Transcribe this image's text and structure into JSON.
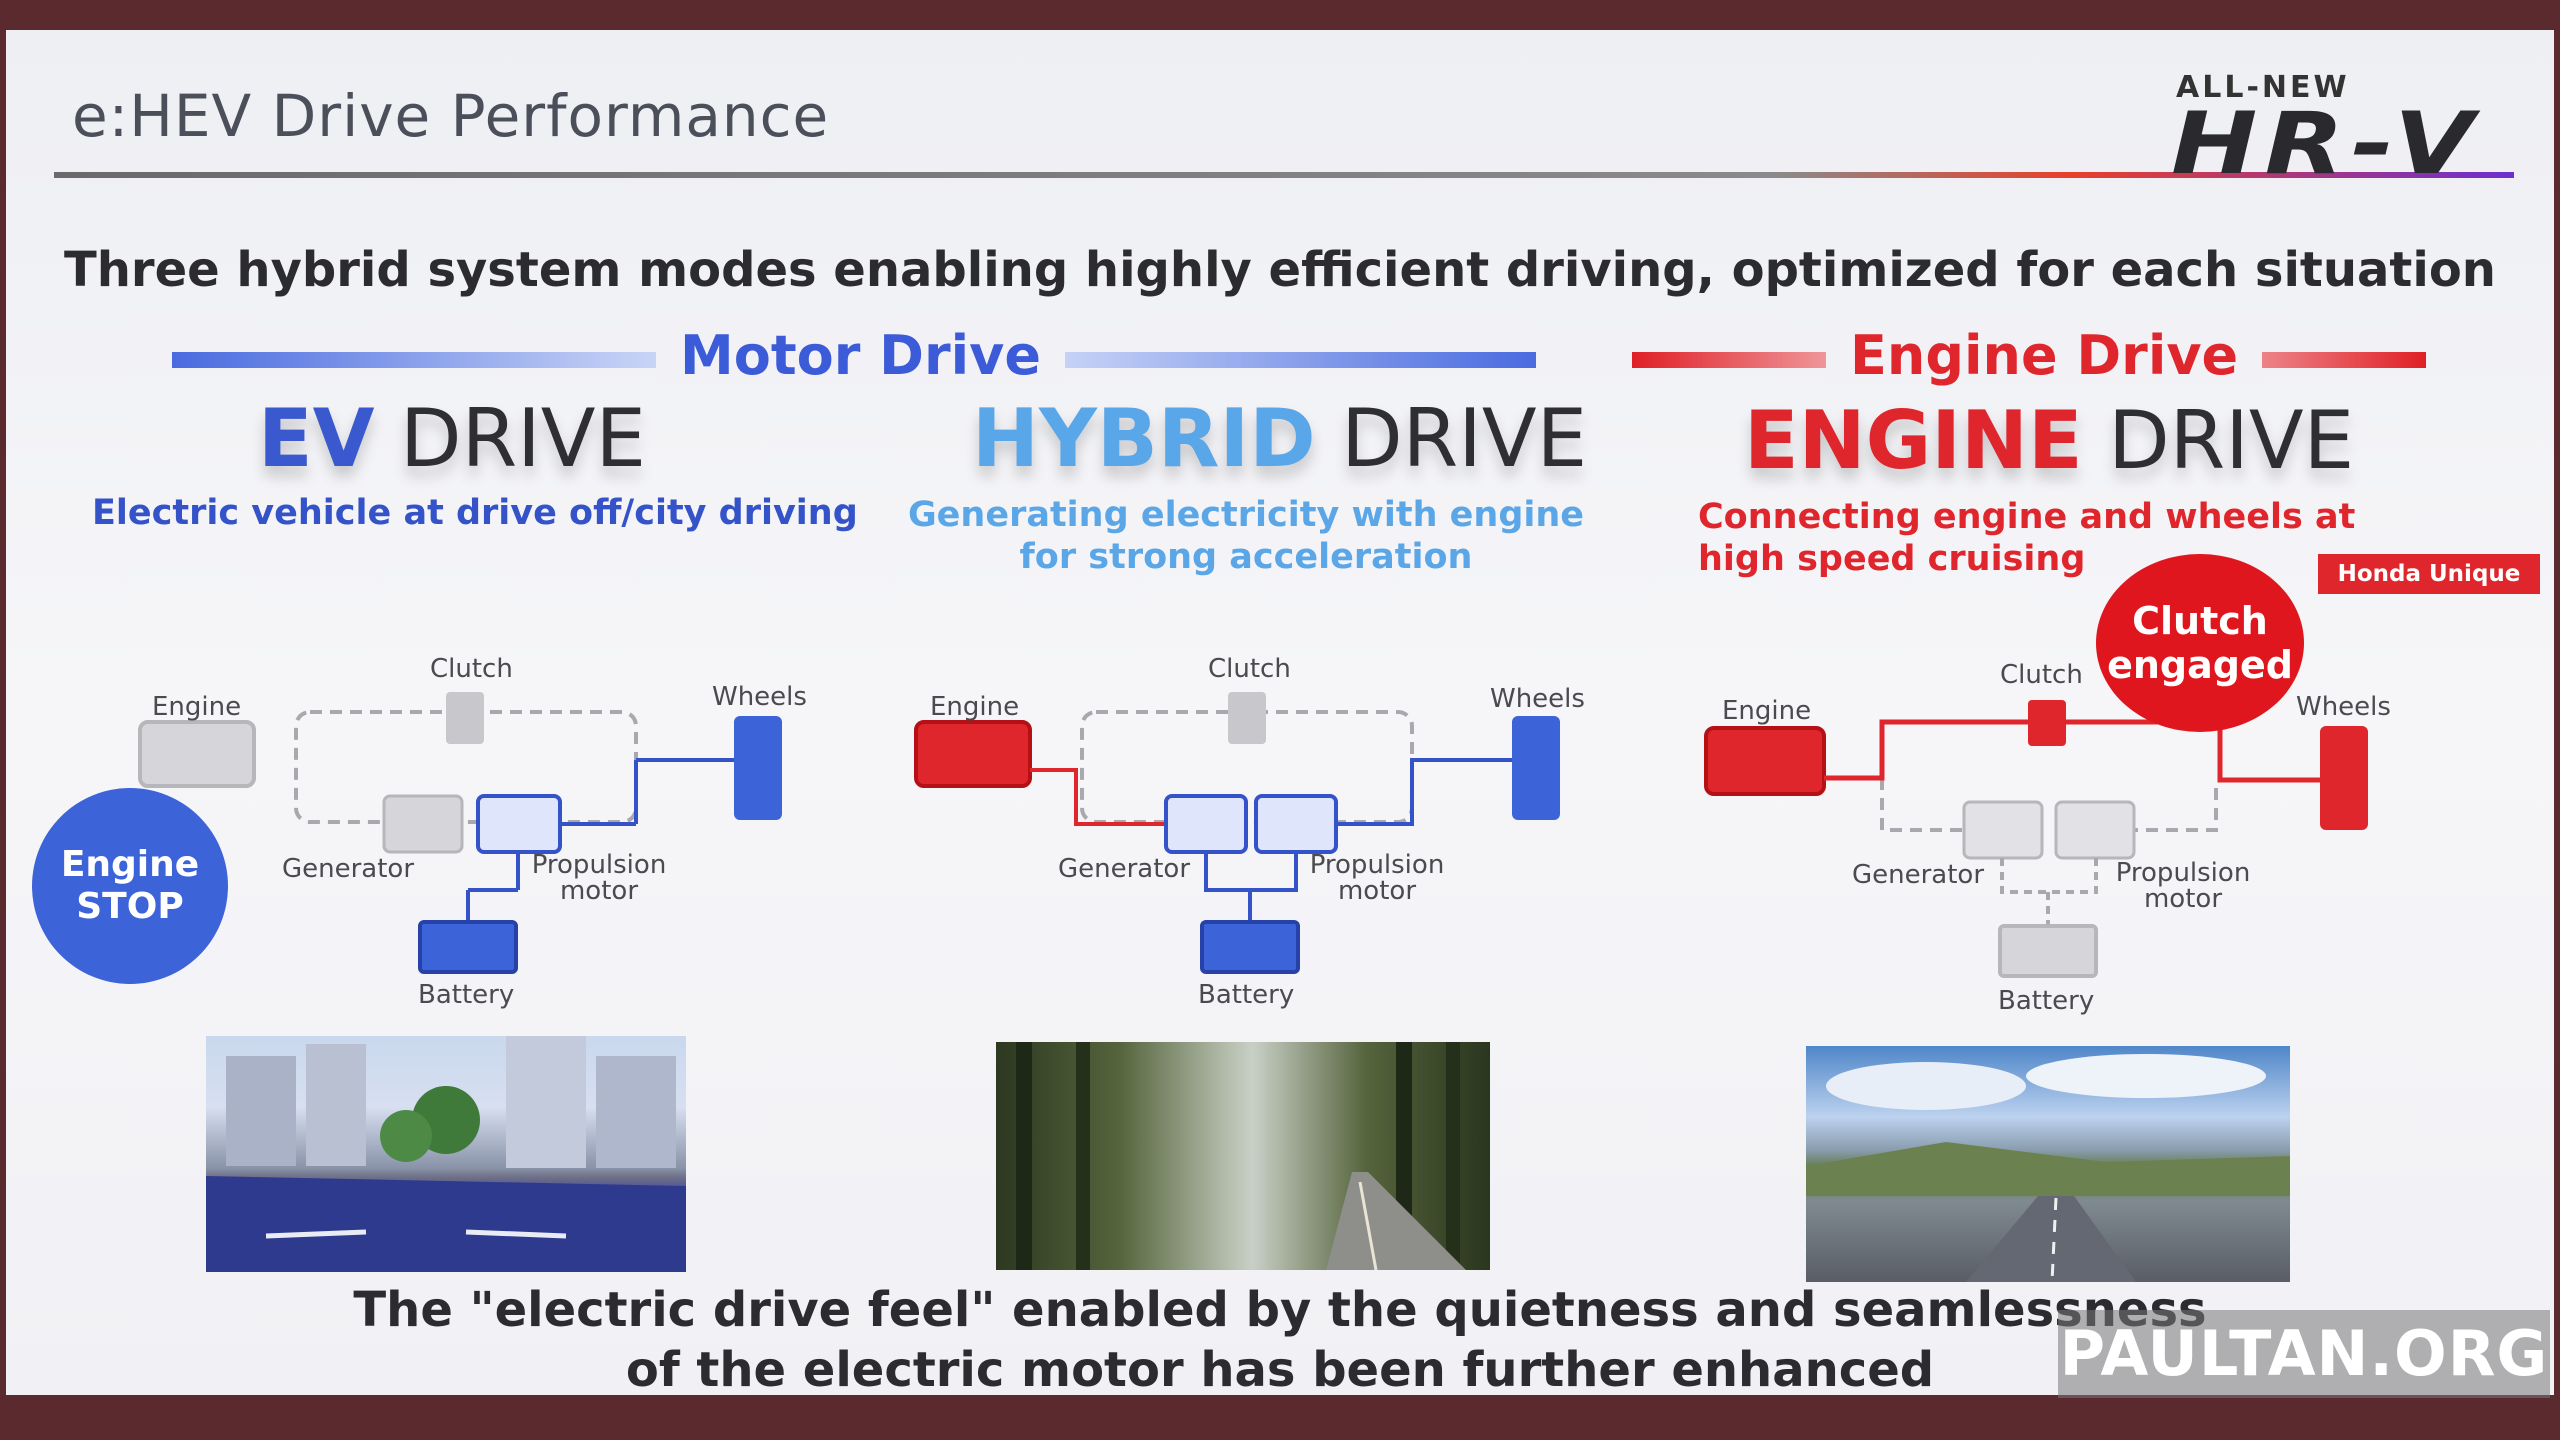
{
  "slide": {
    "title": "e:HEV Drive Performance",
    "brand_small": "ALL-NEW",
    "brand_main": "HR-V",
    "headline": "Three hybrid system modes enabling highly efficient driving, optimized for each situation",
    "groups": {
      "motor": "Motor Drive",
      "engine": "Engine Drive"
    },
    "modes": [
      {
        "highlight": "EV",
        "rest": " DRIVE",
        "description": "Electric vehicle at drive off/city driving"
      },
      {
        "highlight": "HYBRID",
        "rest": " DRIVE",
        "description": "Generating electricity with engine for strong acceleration"
      },
      {
        "highlight": "ENGINE",
        "rest": " DRIVE",
        "description": "Connecting engine and wheels at high speed cruising"
      }
    ],
    "badge_unique": "Honda Unique",
    "badge_engine_stop": "Engine STOP",
    "badge_clutch": "Clutch engaged",
    "labels": {
      "engine": "Engine",
      "clutch": "Clutch",
      "wheels": "Wheels",
      "generator": "Generator",
      "propulsion": "Propulsion motor",
      "battery": "Battery"
    },
    "footer": "The \"electric drive feel\" enabled by the quietness and seamlessness of the electric motor has been further enhanced"
  },
  "watermark": "PAULTAN.ORG",
  "colors": {
    "blue": "#3a59cf",
    "light_blue": "#59a6e8",
    "red": "#e0262d",
    "grey": "#b8b8bc"
  }
}
